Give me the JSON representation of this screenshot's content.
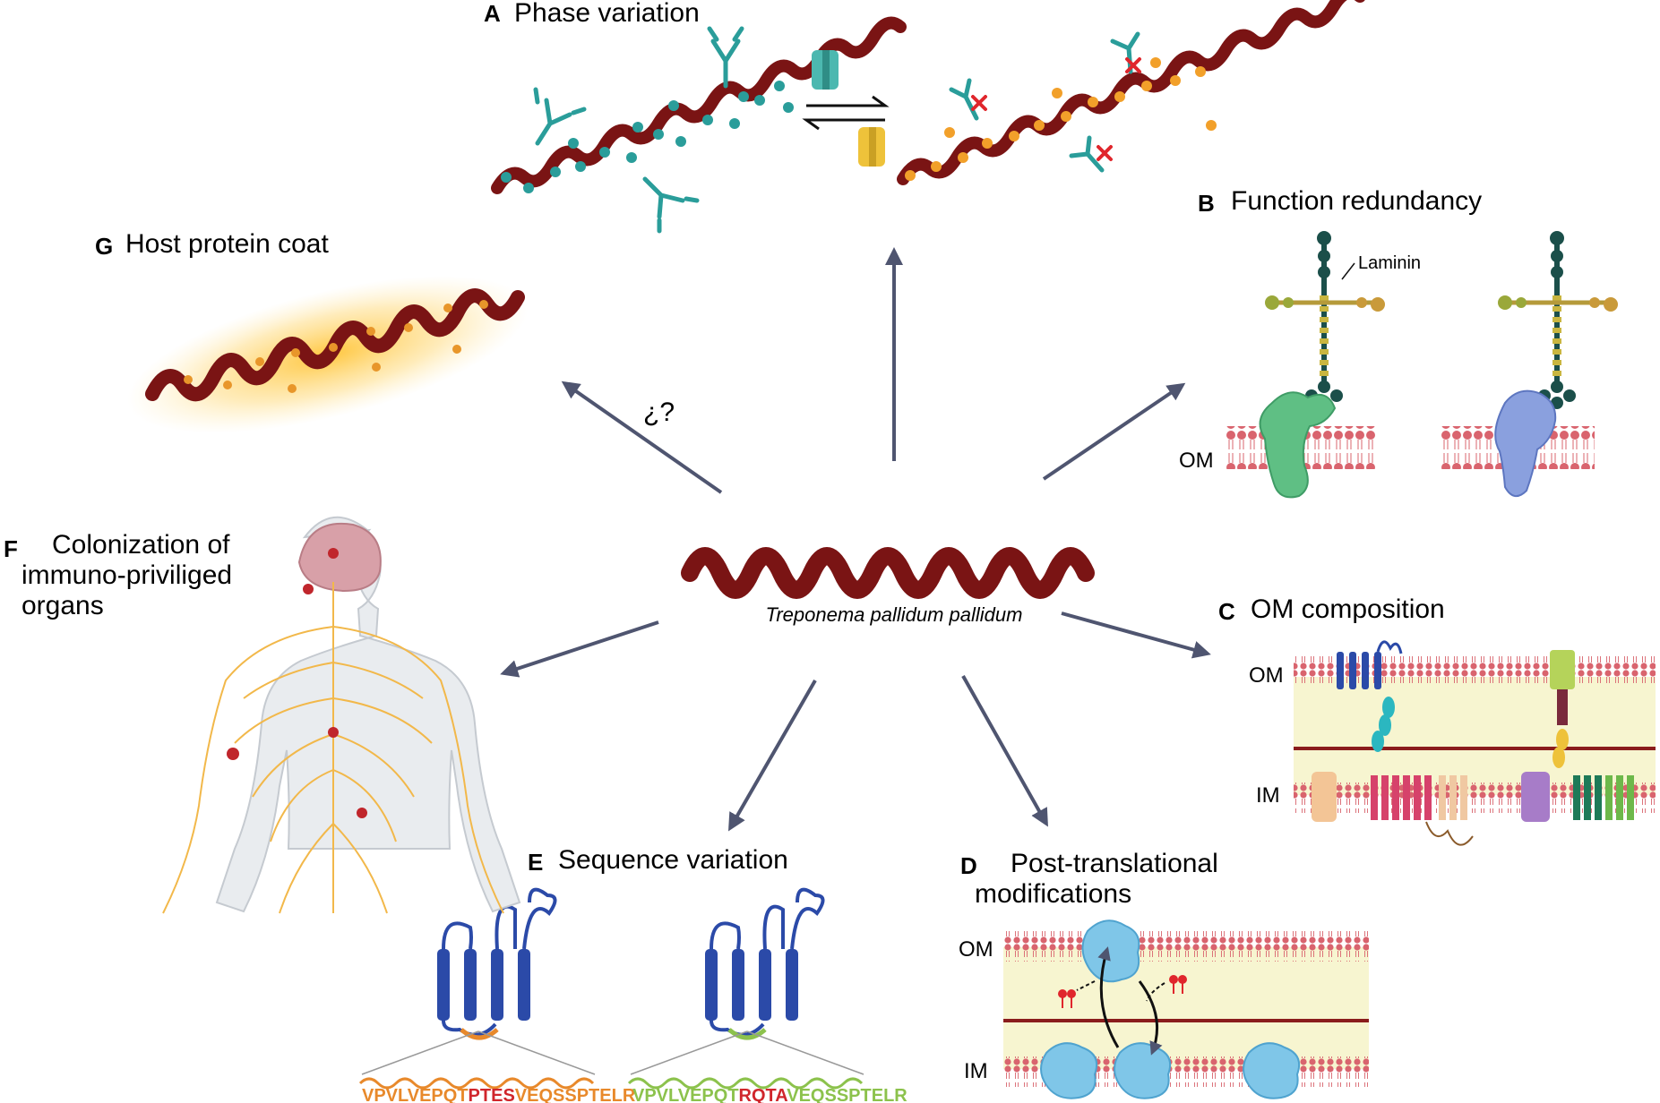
{
  "center": {
    "organism": "Treponema pallidum pallidum"
  },
  "panels": {
    "A": {
      "letter": "A",
      "title": "Phase variation"
    },
    "B": {
      "letter": "B",
      "title": "Function redundancy",
      "laminin_label": "Laminin",
      "membrane_label": "OM"
    },
    "C": {
      "letter": "C",
      "title": "OM composition",
      "om_label": "OM",
      "im_label": "IM"
    },
    "D": {
      "letter": "D",
      "title_line1": "Post-translational",
      "title_line2": "modifications",
      "om_label": "OM",
      "im_label": "IM"
    },
    "E": {
      "letter": "E",
      "title": "Sequence variation",
      "seq1": {
        "a": "VPVLVEPQT",
        "b": "PTES",
        "c": "VEQSSPTELR"
      },
      "seq2": {
        "a": "VPVLVEPQT",
        "b": "RQTA",
        "c": "VEQSSPTELR"
      }
    },
    "F": {
      "letter": "F",
      "title_line1": "Colonization of",
      "title_line2": "immuno-priviliged",
      "title_line3": "organs"
    },
    "G": {
      "letter": "G",
      "title": "Host protein coat",
      "question": "¿?"
    }
  },
  "colors": {
    "spirochete": "#7a1414",
    "arrow": "#4f5570",
    "teal": "#2a9d9a",
    "orange": "#f2a02a",
    "membrane": "#d9646e",
    "periplasm": "#f7f5d0",
    "protein_blue": "#2b4aa8",
    "seq_orange": "#e8892b",
    "seq_red": "#d0262c",
    "seq_green": "#8cc24c"
  }
}
